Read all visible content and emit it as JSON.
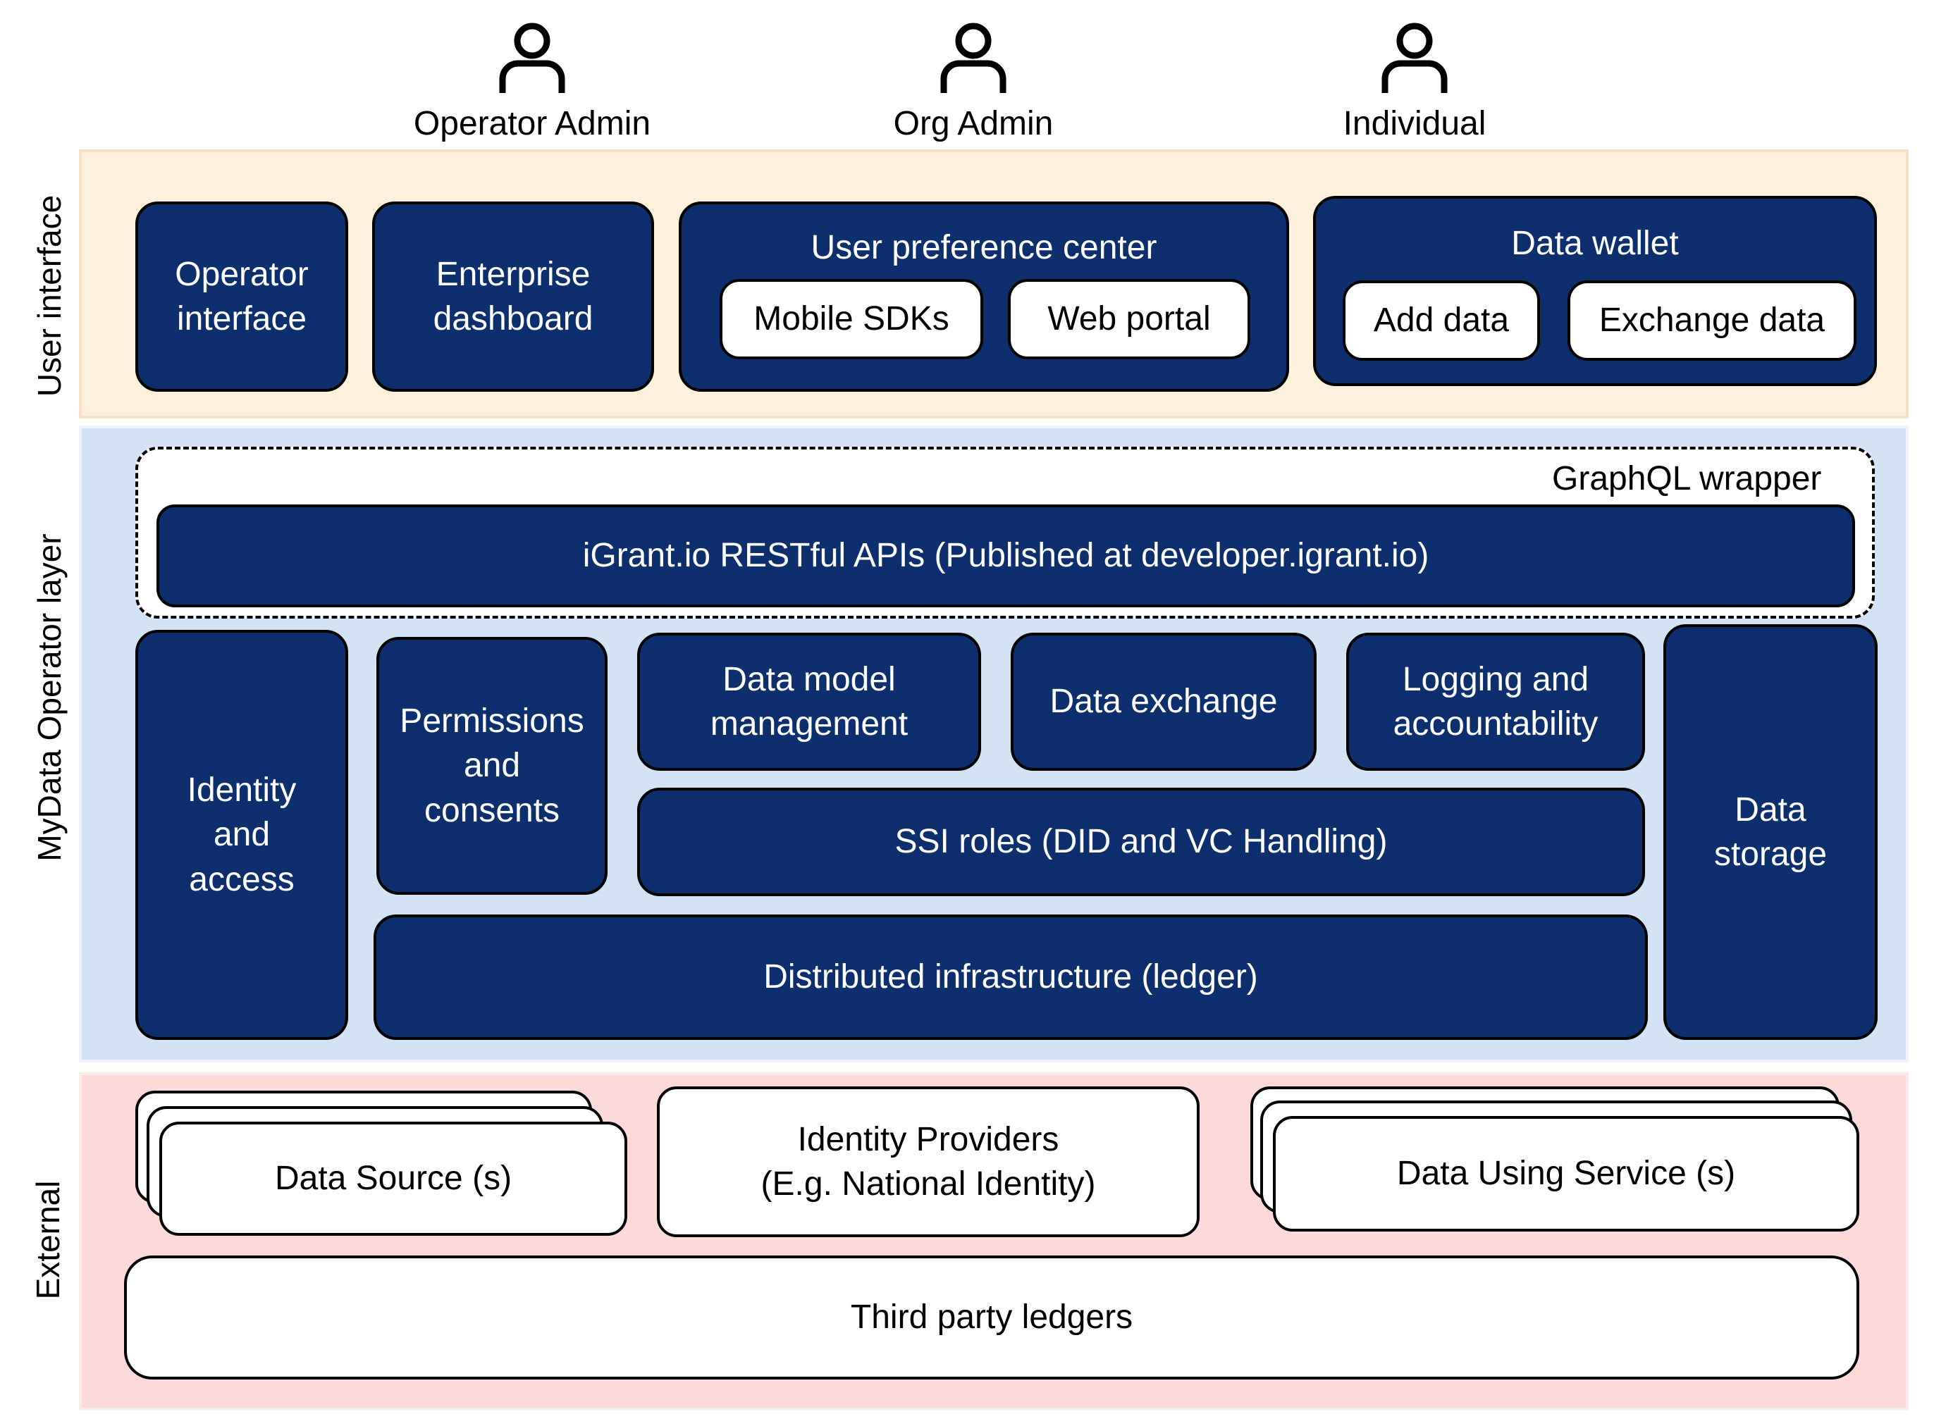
{
  "actors": [
    {
      "label": "Operator Admin",
      "icon": "person-icon"
    },
    {
      "label": "Org Admin",
      "icon": "person-icon"
    },
    {
      "label": "Individual",
      "icon": "person-icon"
    }
  ],
  "layers": {
    "user_interface": "User interface",
    "operator": "MyData Operator layer",
    "external": "External"
  },
  "ui": {
    "operator_interface": "Operator\ninterface",
    "enterprise_dashboard": "Enterprise\ndashboard",
    "user_preference_center": "User preference center",
    "mobile_sdks": "Mobile SDKs",
    "web_portal": "Web portal",
    "data_wallet": "Data wallet",
    "add_data": "Add data",
    "exchange_data": "Exchange data"
  },
  "operator": {
    "graphql_wrapper": "GraphQL wrapper",
    "restful_apis": "iGrant.io RESTful APIs (Published at developer.igrant.io)",
    "identity_access": "Identity\nand\naccess",
    "permissions": "Permissions\nand\nconsents",
    "data_model": "Data model\nmanagement",
    "data_exchange": "Data exchange",
    "logging": "Logging and\naccountability",
    "ssi_roles": "SSI roles (DID and VC Handling)",
    "distributed_infra": "Distributed infrastructure (ledger)",
    "data_storage": "Data\nstorage"
  },
  "external": {
    "data_sources": "Data Source (s)",
    "identity_providers": "Identity Providers\n(E.g. National Identity)",
    "data_using_services": "Data Using Service (s)",
    "third_party_ledgers": "Third party ledgers"
  },
  "colors": {
    "dark_box": "#0e2f6e",
    "ui_layer": "#fdf0dc",
    "operator_layer": "#d4e2f5",
    "external_layer": "#fdd9d9"
  }
}
